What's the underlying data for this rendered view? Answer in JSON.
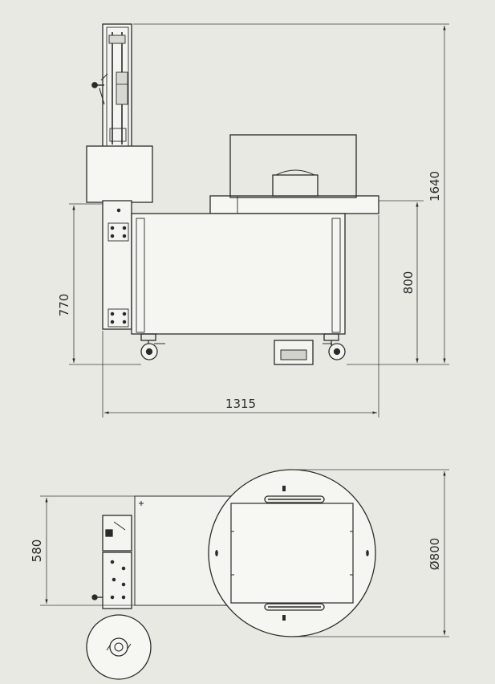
{
  "drawing": {
    "front_view": {
      "dim_height_total": "1640",
      "dim_table_height": "800",
      "dim_column_height": "770",
      "dim_width_total": "1315"
    },
    "top_view": {
      "dim_depth": "580",
      "dim_turntable_diameter": "Ø800"
    }
  },
  "colors": {
    "background": "#e9e9e4",
    "line": "#2a2a2a",
    "dim_line": "#3a3a3a"
  }
}
